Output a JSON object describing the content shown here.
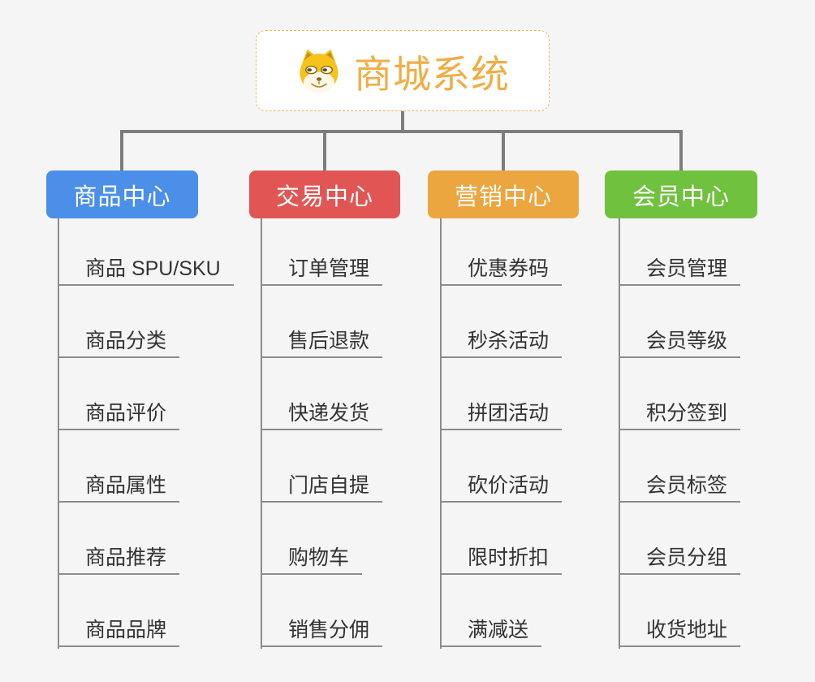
{
  "root": {
    "title": "商城系统",
    "icon": "shiba-dog-icon",
    "accent_color": "#f0ae45",
    "border_color": "#ecb45f"
  },
  "connector_color": "#7d7d7d",
  "subline_color": "#8c8c8c",
  "background_color": "#f5f5f5",
  "branches": [
    {
      "label": "商品中心",
      "color": "#4b8fe8",
      "items": [
        "商品 SPU/SKU",
        "商品分类",
        "商品评价",
        "商品属性",
        "商品推荐",
        "商品品牌"
      ]
    },
    {
      "label": "交易中心",
      "color": "#e15654",
      "items": [
        "订单管理",
        "售后退款",
        "快递发货",
        "门店自提",
        "购物车",
        "销售分佣"
      ]
    },
    {
      "label": "营销中心",
      "color": "#eba63f",
      "items": [
        "优惠券码",
        "秒杀活动",
        "拼团活动",
        "砍价活动",
        "限时折扣",
        "满减送"
      ]
    },
    {
      "label": "会员中心",
      "color": "#70c13e",
      "items": [
        "会员管理",
        "会员等级",
        "积分签到",
        "会员标签",
        "会员分组",
        "收货地址"
      ]
    }
  ]
}
